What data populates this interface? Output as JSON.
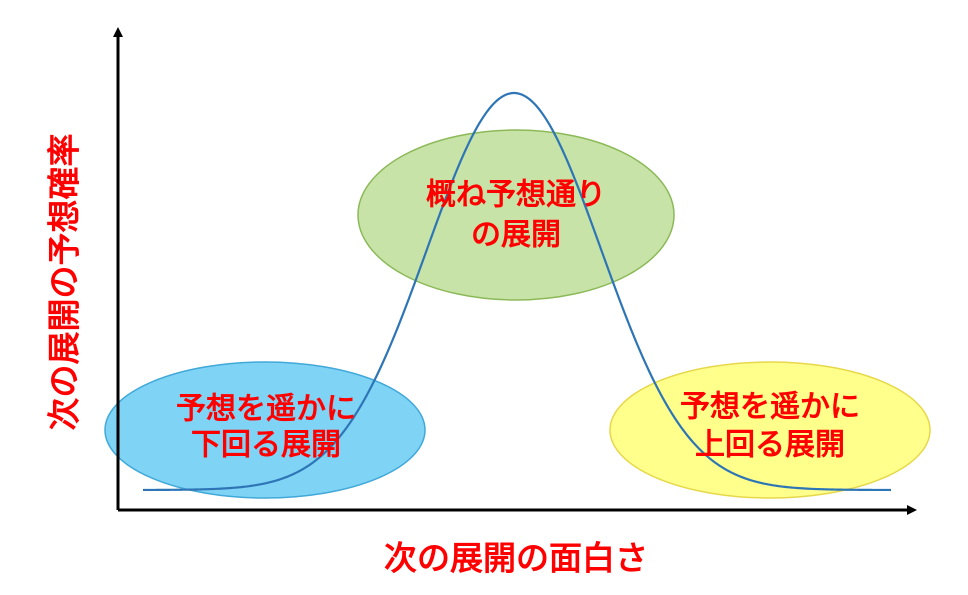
{
  "colors": {
    "label_text": "#ff0000",
    "axis": "#000000",
    "curve": "#2e75b6",
    "left_fill": "#4dc3f3",
    "left_stroke": "#41a8d8",
    "center_fill": "#b5d98a",
    "center_stroke": "#8cb958",
    "right_fill": "#ffff66",
    "right_stroke": "#e6d84a"
  },
  "axes": {
    "x_label": "次の展開の面白さ",
    "y_label": "次の展開の予想確率"
  },
  "regions": {
    "center": {
      "line1": "概ね予想通り",
      "line2": "の展開"
    },
    "left": {
      "line1": "予想を遥かに",
      "line2": "下回る展開"
    },
    "right": {
      "line1": "予想を遥かに",
      "line2": "上回る展開"
    }
  }
}
